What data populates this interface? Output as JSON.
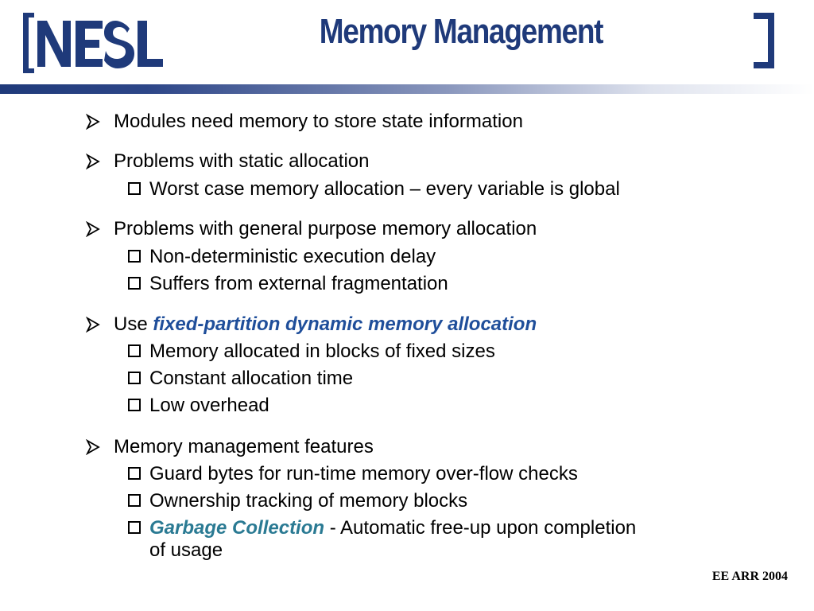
{
  "slide": {
    "logo_text": "NESL",
    "title": "Memory Management",
    "footer": "EE ARR 2004",
    "colors": {
      "title": "#1f3a7a",
      "logo": "#1f3a7a",
      "emphasis_blue": "#1f4e9a",
      "emphasis_teal": "#2a7a93"
    }
  },
  "bullets": [
    {
      "text": "Modules need memory to store state information"
    },
    {
      "text": "Problems with static allocation",
      "sub": [
        "Worst case memory allocation – every variable is global"
      ]
    },
    {
      "text": "Problems with general purpose memory allocation",
      "sub": [
        "Non-deterministic execution delay",
        "Suffers from external fragmentation"
      ]
    },
    {
      "prefix": "Use ",
      "emphasis": "fixed-partition dynamic memory allocation",
      "sub": [
        "Memory allocated in blocks of fixed sizes",
        "Constant allocation time",
        "Low overhead"
      ]
    },
    {
      "text": "Memory management features",
      "sub": [
        "Guard bytes for run-time memory over-flow checks",
        "Ownership tracking of memory blocks"
      ],
      "last_sub": {
        "emphasis": "Garbage Collection",
        "rest_line1": " - Automatic free-up upon completion",
        "rest_line2": "of usage"
      }
    }
  ]
}
